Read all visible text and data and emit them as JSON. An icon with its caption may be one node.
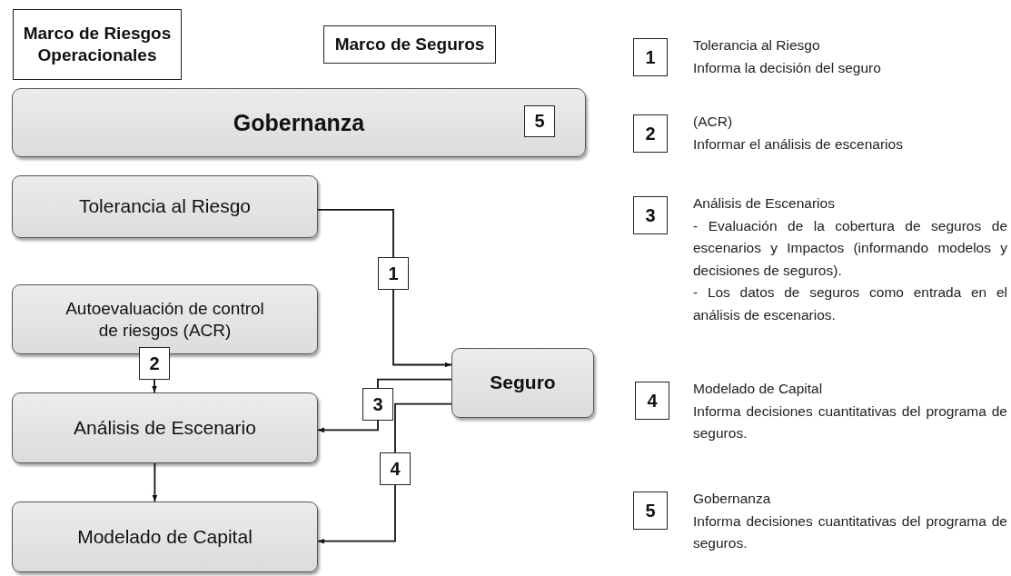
{
  "diagram": {
    "nodes": [
      {
        "text": [
          "Marco de Riesgos Operacionales"
        ]
      },
      {
        "text": [
          "Marco de Seguros"
        ]
      },
      {
        "text": [
          "Gobernanza"
        ]
      },
      {
        "text": [
          "5"
        ],
        "in": 2
      },
      {
        "text": [
          "Tolerancia al Riesgo"
        ]
      },
      {
        "text": [
          "Autoevaluación de control de riesgos (ACR)"
        ]
      },
      {
        "text": [
          "Análisis de Escenario"
        ]
      },
      {
        "text": [
          "Seguro"
        ]
      },
      {
        "text": [
          "Modelado de Capital"
        ]
      },
      {
        "text": [
          "1"
        ],
        "beside": [
          "Tolerancia al Riesgo",
          "Informa la decisión del seguro"
        ]
      },
      {
        "text": [
          "2"
        ],
        "beside": [
          "(ACR)",
          "Informar el análisis de escenarios"
        ]
      },
      {
        "text": [
          "3"
        ],
        "beside": [
          "Análisis de Escenarios",
          "- Evaluación de la cobertura de seguros de escenarios y Impactos (informando modelos y decisiones de seguros).",
          "- Los datos de seguros como entrada en el análisis de escenarios."
        ]
      },
      {
        "text": [
          "4"
        ],
        "beside": [
          "Modelado de Capital",
          "Informa decisiones cuantitativas del programa de seguros."
        ]
      },
      {
        "text": [
          "5"
        ],
        "beside": [
          "Gobernanza",
          "Informa decisiones cuantitativas del programa de seguros."
        ]
      },
      {
        "text": [
          "1"
        ]
      },
      {
        "text": [
          "2"
        ]
      },
      {
        "text": [
          "3"
        ]
      },
      {
        "text": [
          "4"
        ]
      }
    ],
    "edges": [
      {
        "from": 4,
        "to": 14,
        "arrow": "none"
      },
      {
        "from": 14,
        "to": 7,
        "arrow": "to"
      },
      {
        "from": 15,
        "to": 6,
        "arrow": "to"
      },
      {
        "from": 7,
        "to": 16,
        "arrow": "none"
      },
      {
        "from": 16,
        "to": 6,
        "arrow": "to"
      },
      {
        "from": 6,
        "to": 8,
        "arrow": "to"
      },
      {
        "from": 7,
        "to": 17,
        "arrow": "none"
      },
      {
        "from": 17,
        "to": 8,
        "arrow": "to"
      }
    ]
  }
}
